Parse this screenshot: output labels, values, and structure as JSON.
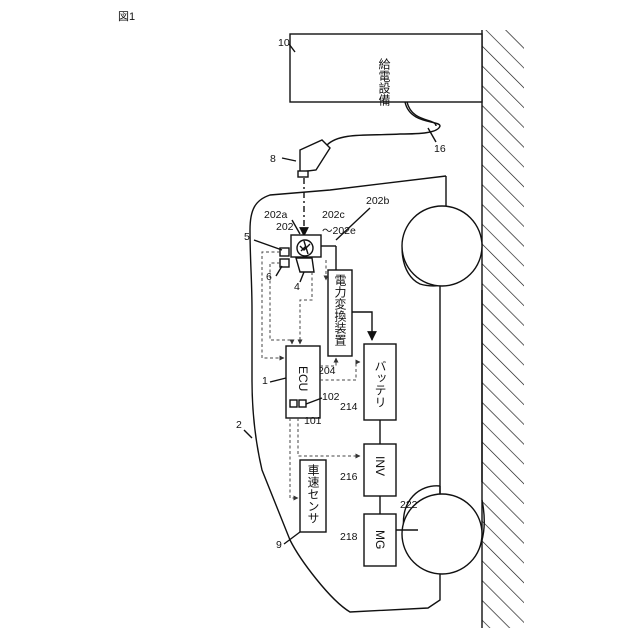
{
  "figure_label": "図1",
  "ref_numbers": {
    "n10": "10",
    "n16": "16",
    "n8": "8",
    "n2": "2",
    "n1": "1",
    "n5": "5",
    "n6": "6",
    "n4": "4",
    "n9": "9",
    "n101": "101",
    "n102": "102",
    "n202": "202",
    "n202a": "202a",
    "n202b": "202b",
    "n202c": "202c",
    "n202e_range": "～202e",
    "n204": "204",
    "n214": "214",
    "n216": "216",
    "n218": "218",
    "n222": "222"
  },
  "blocks": {
    "charging_facility": "給電設備",
    "power_converter": "電力変換装置",
    "battery": "バッテリ",
    "ecu": "ECU",
    "inverter": "INV",
    "motor_generator": "MG",
    "vehicle_speed_sensor": "車速センサ"
  }
}
